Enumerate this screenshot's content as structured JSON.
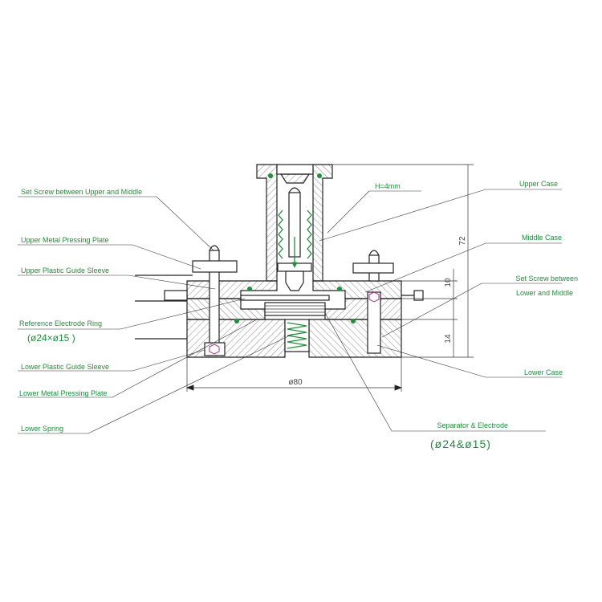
{
  "labels": {
    "set_screw_upper_middle": "Set Screw between Upper and Middle",
    "upper_metal_pressing_plate": "Upper Metal Pressing Plate",
    "upper_plastic_guide_sleeve": "Upper Plastic Guide Sleeve",
    "reference_electrode_ring": "Reference Electrode Ring",
    "reference_electrode_ring_dims": "(ø24×ø15  )",
    "lower_plastic_guide_sleeve": "Lower Plastic Guide Sleeve",
    "lower_metal_pressing_plate": "Lower Metal Pressing Plate",
    "lower_spring": "Lower Spring",
    "upper_case": "Upper Case",
    "middle_case": "Middle Case",
    "set_screw_lower_middle_1": "Set Screw between",
    "set_screw_lower_middle_2": "Lower and Middle",
    "lower_case": "Lower Case",
    "separator_electrode": "Separator & Electrode",
    "separator_electrode_dims": "(ø24&ø15)"
  },
  "dimensions": {
    "h": "H=4mm",
    "height_total": "72",
    "height_middle": "10",
    "height_lower": "14",
    "diameter": "ø80"
  },
  "colors": {
    "label_green": "#1f8f3a",
    "line_dark": "#222222",
    "spring_green": "#1f8f3a",
    "screw_magenta": "#b0308f"
  }
}
